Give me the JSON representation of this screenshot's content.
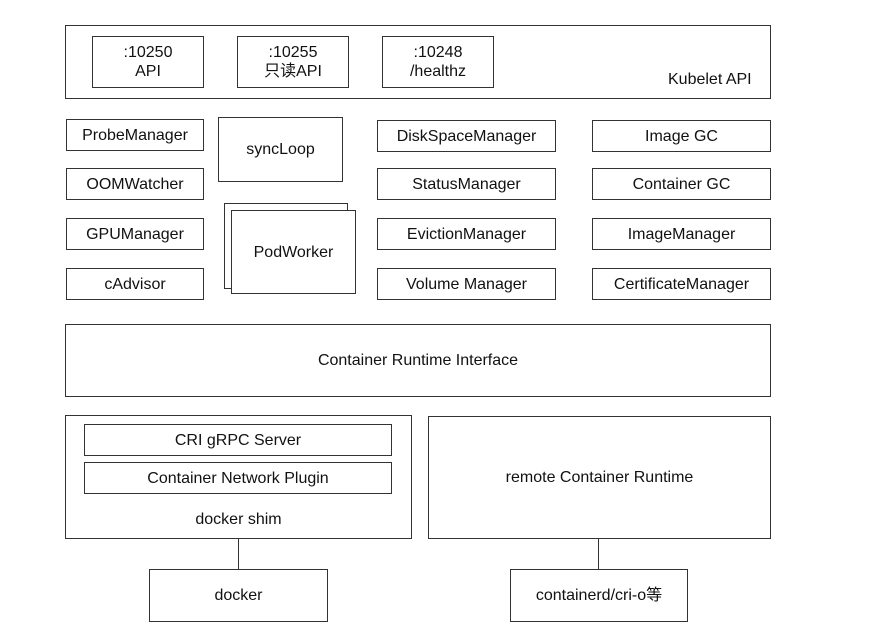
{
  "kubelet_api": {
    "label": "Kubelet API",
    "ports": [
      {
        "port": ":10250",
        "name": "API"
      },
      {
        "port": ":10255",
        "name": "只读API"
      },
      {
        "port": ":10248",
        "name": "/healthz"
      }
    ]
  },
  "components": {
    "col1": [
      "ProbeManager",
      "OOMWatcher",
      "GPUManager",
      "cAdvisor"
    ],
    "col2": {
      "sync_loop": "syncLoop",
      "pod_worker": "PodWorker"
    },
    "col3": [
      "DiskSpaceManager",
      "StatusManager",
      "EvictionManager",
      "Volume Manager"
    ],
    "col4": [
      "Image GC",
      "Container GC",
      "ImageManager",
      "CertificateManager"
    ]
  },
  "cri": {
    "label": "Container Runtime Interface"
  },
  "docker_shim": {
    "label": "docker shim",
    "grpc_server": "CRI gRPC Server",
    "network_plugin": "Container Network Plugin"
  },
  "remote_runtime": {
    "label": "remote Container Runtime"
  },
  "backends": {
    "docker": "docker",
    "containerd": "containerd/cri-o等"
  }
}
